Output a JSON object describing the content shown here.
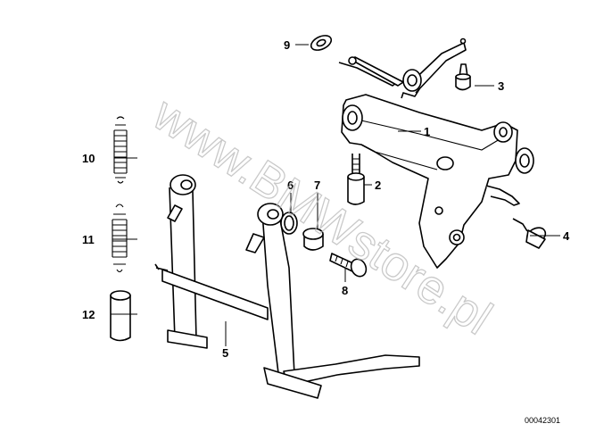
{
  "callouts": [
    {
      "id": "1",
      "label": "1"
    },
    {
      "id": "2",
      "label": "2"
    },
    {
      "id": "3",
      "label": "3"
    },
    {
      "id": "4",
      "label": "4"
    },
    {
      "id": "5",
      "label": "5"
    },
    {
      "id": "6",
      "label": "6"
    },
    {
      "id": "7",
      "label": "7"
    },
    {
      "id": "8",
      "label": "8"
    },
    {
      "id": "9",
      "label": "9"
    },
    {
      "id": "10",
      "label": "10"
    },
    {
      "id": "11",
      "label": "11"
    },
    {
      "id": "12",
      "label": "12"
    }
  ],
  "watermark": "www.BMWstore.pl",
  "diagram_code": "00042301",
  "colors": {
    "ink": "#000000",
    "watermark": "#b8b8b8",
    "background": "#ffffff"
  }
}
